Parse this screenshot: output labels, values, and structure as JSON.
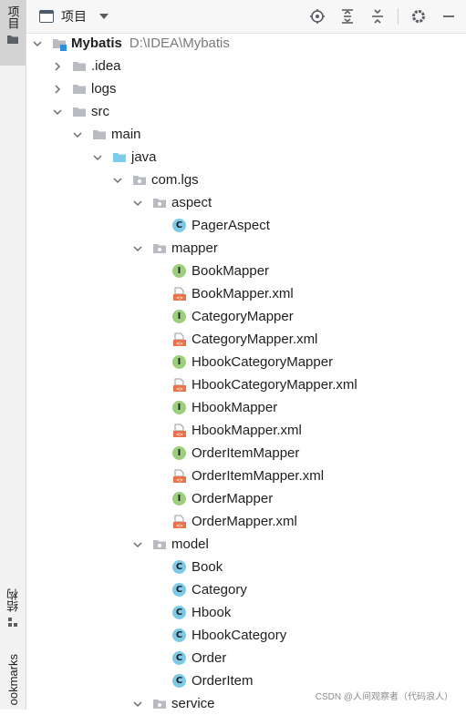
{
  "sidebar": {
    "project_tab": "项目",
    "structure_tab": "结构",
    "bookmarks_tab": "ookmarks"
  },
  "header": {
    "view_label": "项目",
    "tools": [
      "locate-icon",
      "expand-all-icon",
      "collapse-all-icon",
      "gear-icon",
      "minimize-icon"
    ]
  },
  "tree": {
    "root": {
      "name": "Mybatis",
      "path": "D:\\IDEA\\Mybatis"
    },
    "items": [
      {
        "label": ".idea"
      },
      {
        "label": "logs"
      },
      {
        "label": "src"
      },
      {
        "label": "main"
      },
      {
        "label": "java"
      },
      {
        "label": "com.lgs"
      },
      {
        "label": "aspect"
      },
      {
        "label": "PagerAspect"
      },
      {
        "label": "mapper"
      },
      {
        "label": "BookMapper"
      },
      {
        "label": "BookMapper.xml"
      },
      {
        "label": "CategoryMapper"
      },
      {
        "label": "CategoryMapper.xml"
      },
      {
        "label": "HbookCategoryMapper"
      },
      {
        "label": "HbookCategoryMapper.xml"
      },
      {
        "label": "HbookMapper"
      },
      {
        "label": "HbookMapper.xml"
      },
      {
        "label": "OrderItemMapper"
      },
      {
        "label": "OrderItemMapper.xml"
      },
      {
        "label": "OrderMapper"
      },
      {
        "label": "OrderMapper.xml"
      },
      {
        "label": "model"
      },
      {
        "label": "Book"
      },
      {
        "label": "Category"
      },
      {
        "label": "Hbook"
      },
      {
        "label": "HbookCategory"
      },
      {
        "label": "Order"
      },
      {
        "label": "OrderItem"
      },
      {
        "label": "service"
      }
    ]
  },
  "icons": {
    "class_letter": "C",
    "interface_letter": "I",
    "xml_badge": "<>"
  },
  "colors": {
    "folder": "#b8bcc2",
    "source_folder": "#7ccdec",
    "class": "#7ecae6",
    "interface": "#9ccf7c",
    "xml": "#e8734a"
  },
  "watermark": "CSDN @人间观察者（代码浪人）"
}
